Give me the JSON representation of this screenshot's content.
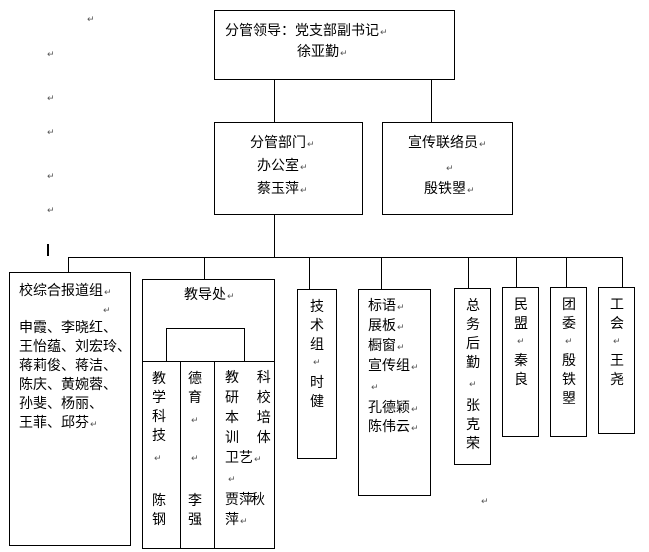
{
  "leader": {
    "line1": "分管领导：党支部副书记",
    "line2": "徐亚勤"
  },
  "dept": {
    "line1": "分管部门",
    "line2": "办公室",
    "line3": "蔡玉萍"
  },
  "publicity": {
    "line1": "宣传联络员",
    "line2": "殷铁曌"
  },
  "report": {
    "title": "校综合报道组",
    "lines": [
      "申霞、李晓红、",
      "王怡蕴、刘宏玲、",
      "蒋莉俊、蒋洁、",
      "陈庆、黄婉蓉、",
      "孙斐、杨丽、",
      "王菲、邱芬"
    ]
  },
  "teaching": {
    "title": "教导处",
    "col1": {
      "top": "教学科技",
      "bottom": "陈钢"
    },
    "col2": {
      "top": "德育",
      "bottom": "李强"
    },
    "col3": {
      "top": "教研本训卫艺",
      "bottom": "贾萍"
    },
    "col4": {
      "top": "科校培体",
      "bottom": "秋"
    }
  },
  "tech": {
    "top": "技术组",
    "bottom": "时健"
  },
  "signs": {
    "lines": [
      "标语",
      "展板",
      "橱窗",
      "宣传组",
      "孔德颖",
      "陈伟云"
    ]
  },
  "logistics": {
    "top": "总务后勤",
    "bottom": "张克荣"
  },
  "league": {
    "top": "民盟",
    "bottom": "秦良"
  },
  "youth": {
    "top": "团委",
    "bottom": "殷铁曌"
  },
  "union": {
    "top": "工会",
    "bottom": "王尧"
  },
  "mark": "↵"
}
